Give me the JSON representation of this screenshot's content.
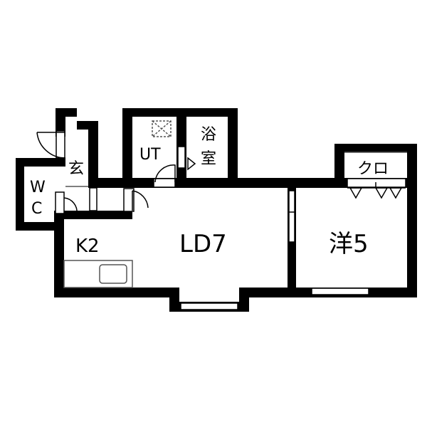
{
  "rooms": {
    "entrance": "玄",
    "toilet_top": "W",
    "toilet_bottom": "C",
    "utility": "UT",
    "bath_top": "浴",
    "bath_bottom": "室",
    "closet": "クロ",
    "kitchen": "K2",
    "living_dining": "LD7",
    "western_room": "洋5"
  },
  "colors": {
    "wall": "#000000",
    "fixture": "#555555",
    "background": "#ffffff"
  },
  "icons": {
    "washer": "washer-pan-icon",
    "sink": "kitchen-sink-icon"
  }
}
